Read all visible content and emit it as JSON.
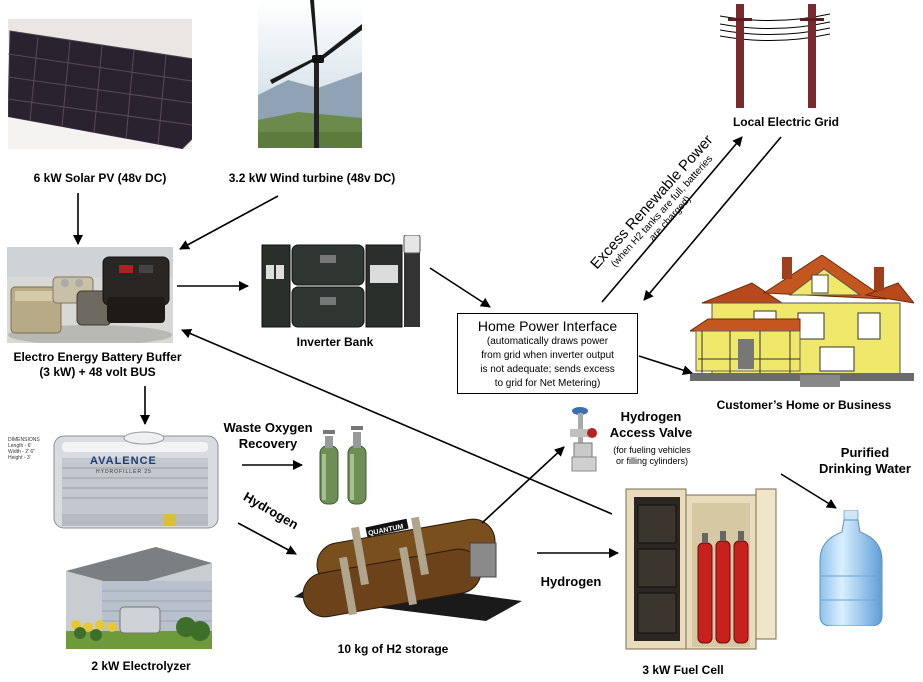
{
  "components": {
    "solar": "6 kW Solar PV (48v DC)",
    "wind": "3.2 kW Wind turbine (48v DC)",
    "grid": "Local Electric Grid",
    "battery_line1": "Electro Energy Battery Buffer",
    "battery_line2": "(3 kW) + 48 volt BUS",
    "inverter": "Inverter Bank",
    "home": "Customer’s Home or Business",
    "oxygen_line1": "Waste Oxygen",
    "oxygen_line2": "Recovery",
    "h2valve_line1": "Hydrogen",
    "h2valve_line2": "Access Valve",
    "h2valve_sub1": "(for fueling vehicles",
    "h2valve_sub2": "or filling cylinders)",
    "water_line1": "Purified",
    "water_line2": "Drinking Water",
    "electrolyzer": "2 kW Electrolyzer",
    "storage": "10 kg of H2 storage",
    "fuelcell": "3 kW Fuel Cell",
    "hydrogen_a": "Hydrogen",
    "hydrogen_b": "Hydrogen"
  },
  "interface": {
    "title": "Home Power Interface",
    "desc1": "(automatically draws power",
    "desc2": "from grid when inverter output",
    "desc3": "is not adequate; sends excess",
    "desc4": "to grid for Net Metering)"
  },
  "excess": {
    "title": "Excess Renewable Power",
    "note1": "(when H2 tanks are full, batteries",
    "note2": "are charged)"
  },
  "electrolyzer_dims": {
    "d0": "DIMENSIONS",
    "d1": "Length - 6'",
    "d2": "Width - 2' 6\"",
    "d3": "Height - 3'"
  },
  "device_text": {
    "brand": "AVALENCE",
    "model": "HYDROFILLER 25",
    "tank_brand": "QUANTUM"
  }
}
